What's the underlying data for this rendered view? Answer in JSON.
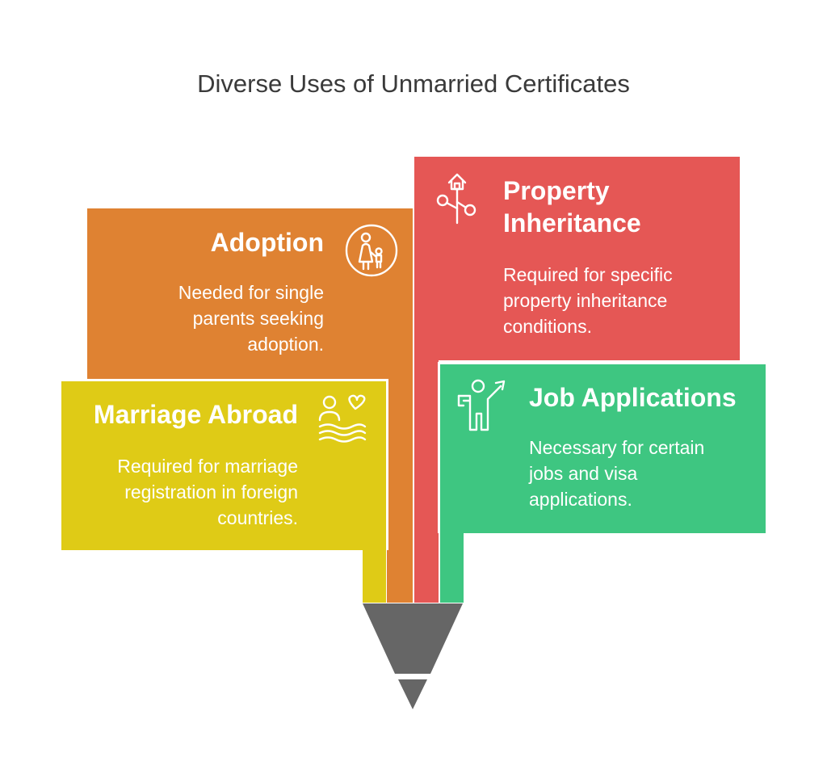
{
  "title": "Diverse Uses of Unmarried Certificates",
  "colors": {
    "adoption": "#df8232",
    "property": "#e55755",
    "marriage": "#dfcb16",
    "jobs": "#3ec681",
    "tip": "#666666"
  },
  "cards": {
    "adoption": {
      "heading": "Adoption",
      "desc": [
        "Needed for single",
        "parents seeking",
        "adoption."
      ],
      "icon": "family-adoption-icon"
    },
    "property": {
      "heading": [
        "Property",
        "Inheritance"
      ],
      "desc": [
        "Required for specific",
        "property inheritance",
        "conditions."
      ],
      "icon": "house-tree-icon"
    },
    "marriage": {
      "heading": "Marriage Abroad",
      "desc": [
        "Required for marriage",
        "registration in foreign",
        "countries."
      ],
      "icon": "couple-love-icon"
    },
    "jobs": {
      "heading": "Job Applications",
      "desc": [
        "Necessary for certain",
        "jobs and visa",
        "applications."
      ],
      "icon": "person-pointing-icon"
    }
  }
}
